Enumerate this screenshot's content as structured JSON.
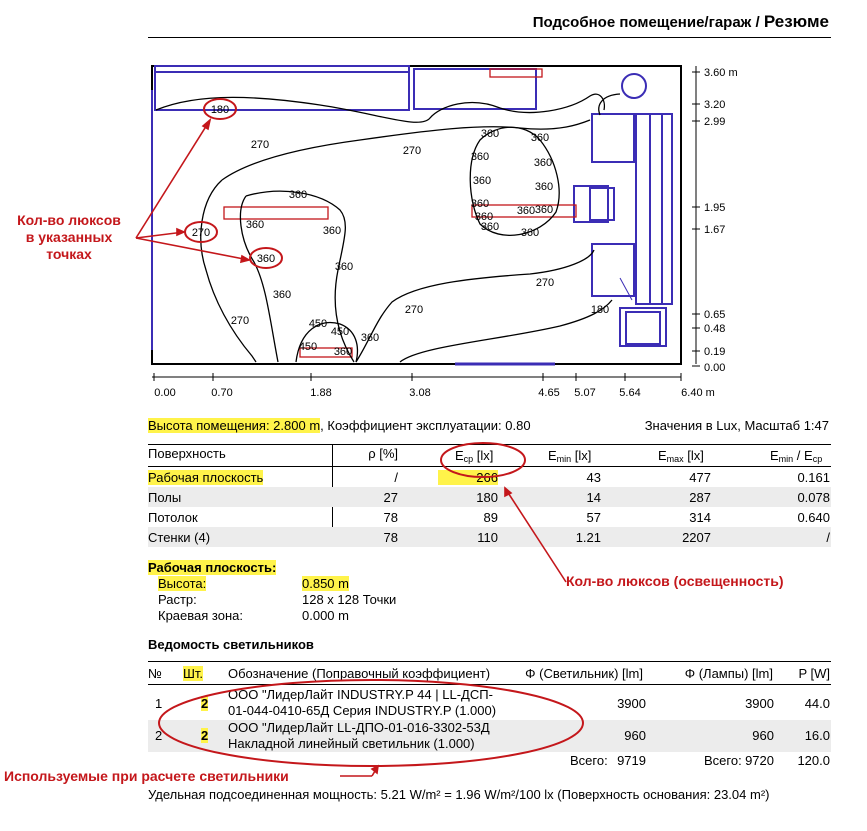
{
  "header": {
    "title": "Подсобное помещение/гараж",
    "sep": "/",
    "title_bold": "Резюме"
  },
  "plan": {
    "right_axis": [
      "3.60 m",
      "3.20",
      "2.99",
      "1.95",
      "1.67",
      "0.65",
      "0.48",
      "0.19",
      "0.00"
    ],
    "bottom_axis": [
      "0.00",
      "0.70",
      "1.88",
      "3.08",
      "4.65",
      "5.07",
      "5.64",
      "6.40 m"
    ],
    "contour_labels": [
      "180",
      "270",
      "360",
      "270",
      "360",
      "360",
      "360",
      "360",
      "360",
      "270",
      "450",
      "450",
      "450",
      "360",
      "270",
      "180",
      "270",
      "360",
      "360",
      "360",
      "360",
      "360",
      "360",
      "360",
      "360",
      "360",
      "270",
      "360",
      "360",
      "360",
      "360"
    ]
  },
  "annotations": {
    "lux_points_lines": [
      "Кол-во люксов",
      "в указанных",
      "точках"
    ],
    "lux_table": "Кол-во люксов (освещенность)",
    "fixtures": "Используемые при расчете светильники"
  },
  "info": {
    "height": "Высота помещения: 2.800 m",
    "coef": ", Коэффициент эксплуатации: 0.80",
    "scale": "Значения в Lux, Масштаб 1:47"
  },
  "surfaces": {
    "headers": [
      "Поверхность",
      "ρ [%]",
      "E",
      "ср",
      " [lx]",
      "E",
      "min",
      " [lx]",
      "E",
      "max",
      " [lx]",
      "E",
      "min",
      " / E",
      "ср"
    ],
    "rows": [
      [
        "Рабочая плоскость",
        "/",
        "266",
        "43",
        "477",
        "0.161"
      ],
      [
        "Полы",
        "27",
        "180",
        "14",
        "287",
        "0.078"
      ],
      [
        "Потолок",
        "78",
        "89",
        "57",
        "314",
        "0.640"
      ],
      [
        "Стенки (4)",
        "78",
        "110",
        "1.21",
        "2207",
        "/"
      ]
    ]
  },
  "workplane": {
    "title": "Рабочая плоскость:",
    "labels": [
      "Высота:",
      "Растр:",
      "Краевая зона:"
    ],
    "values": [
      "0.850 m",
      "128 x 128 Точки",
      "0.000 m"
    ]
  },
  "fixtures": {
    "title": "Ведомость светильников",
    "headers": [
      "№",
      "Шт.",
      "Обозначение (Поправочный коэффициент)",
      "Φ (Светильник) [lm]",
      "Φ (Лампы) [lm]",
      "P [W]"
    ],
    "rows": [
      {
        "no": "1",
        "qty": "2",
        "desc1": "ООО \"ЛидерЛайт INDUSTRY.P 44 | LL-ДСП-",
        "desc2": "01-044-0410-65Д Серия INDUSTRY.P (1.000)",
        "flux_lum": "3900",
        "flux_lamp": "3900",
        "power": "44.0"
      },
      {
        "no": "2",
        "qty": "2",
        "desc1": "ООО \"ЛидерЛайт LL-ДПО-01-016-3302-53Д",
        "desc2": "Накладной линейный светильник (1.000)",
        "flux_lum": "960",
        "flux_lamp": "960",
        "power": "16.0"
      }
    ],
    "total_label1": "Всего:",
    "total1": "9719",
    "total_label2": "Всего:",
    "total2": "9720",
    "total3": "120.0"
  },
  "footer": "Удельная подсоединенная мощность: 5.21 W/m² = 1.96 W/m²/100 lx (Поверхность основания: 23.04 m²)"
}
